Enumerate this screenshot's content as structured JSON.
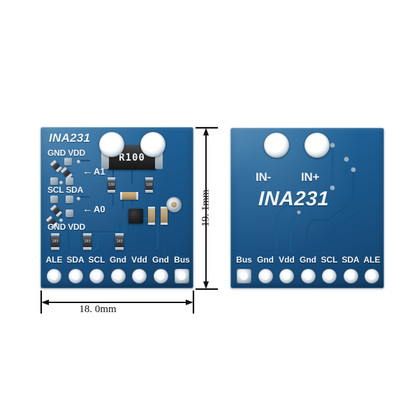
{
  "page": {
    "background_color": "#ffffff",
    "subject": "INA231 current sensor breakout board - front and back views"
  },
  "colors": {
    "pcb_blue": "#1d5d91",
    "pcb_blue_dark": "#123f68",
    "silkscreen_white": "#f2f7fb",
    "pad_silver": "#c9d4dc",
    "ic_black": "#1a1a1c",
    "dimension_line": "#111111",
    "cap_tan": "#b99a6c"
  },
  "front_board": {
    "logo": "INA231",
    "shunt_resistor_code": "R100",
    "jumper_labels": [
      {
        "text": "GND VDD"
      },
      {
        "text": "SCL SDA"
      },
      {
        "text": "GND VDD"
      }
    ],
    "address_arrows": [
      {
        "arrow": "←",
        "label": "A1"
      },
      {
        "arrow": "←",
        "label": "A0"
      }
    ],
    "pins": [
      {
        "label": "ALE",
        "shape": "round"
      },
      {
        "label": "SDA",
        "shape": "round"
      },
      {
        "label": "SCL",
        "shape": "round"
      },
      {
        "label": "Gnd",
        "shape": "round"
      },
      {
        "label": "Vdd",
        "shape": "round"
      },
      {
        "label": "Gnd",
        "shape": "round"
      },
      {
        "label": "Bus",
        "shape": "square"
      }
    ],
    "mount_holes": 2
  },
  "back_board": {
    "logo": "INA231",
    "input_labels": [
      {
        "text": "IN-"
      },
      {
        "text": "IN+"
      }
    ],
    "pins": [
      {
        "label": "Bus",
        "shape": "square"
      },
      {
        "label": "Gnd",
        "shape": "round"
      },
      {
        "label": "Vdd",
        "shape": "round"
      },
      {
        "label": "Gnd",
        "shape": "round"
      },
      {
        "label": "SCL",
        "shape": "round"
      },
      {
        "label": "SDA",
        "shape": "round"
      },
      {
        "label": "ALE",
        "shape": "round"
      }
    ],
    "mount_holes": 2
  },
  "dimensions": {
    "width": "18. 0mm",
    "height": "19. 1mm"
  }
}
